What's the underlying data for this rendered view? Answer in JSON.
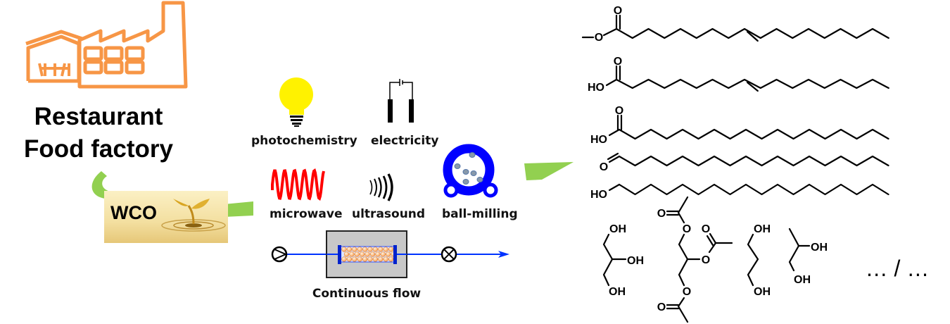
{
  "source": {
    "title_line1": "Restaurant",
    "title_line2": "Food factory",
    "factory_icon": "factory-icon",
    "waste_label": "WCO"
  },
  "methods": [
    {
      "label": "photochemistry",
      "icon": "light-bulb-icon"
    },
    {
      "label": "electricity",
      "icon": "electrodes-icon"
    },
    {
      "label": "microwave",
      "icon": "microwave-wave-icon"
    },
    {
      "label": "ultrasound",
      "icon": "ultrasound-icon"
    },
    {
      "label": "ball-milling",
      "icon": "ball-mill-icon"
    },
    {
      "label": "Continuous flow",
      "icon": "flow-reactor-icon"
    }
  ],
  "products": {
    "atoms": {
      "O": "O",
      "HO": "HO",
      "OH": "OH"
    },
    "more": "… / …"
  },
  "colors": {
    "factory": "#F79646",
    "arrow_green": "#92D050",
    "bulb": "#FFF200",
    "microwave": "#FF0000",
    "ball_mill": "#0000FF",
    "flow_line": "#0033FF",
    "reactor_box": "#C8C8C8",
    "packing": "#F7A35C"
  }
}
